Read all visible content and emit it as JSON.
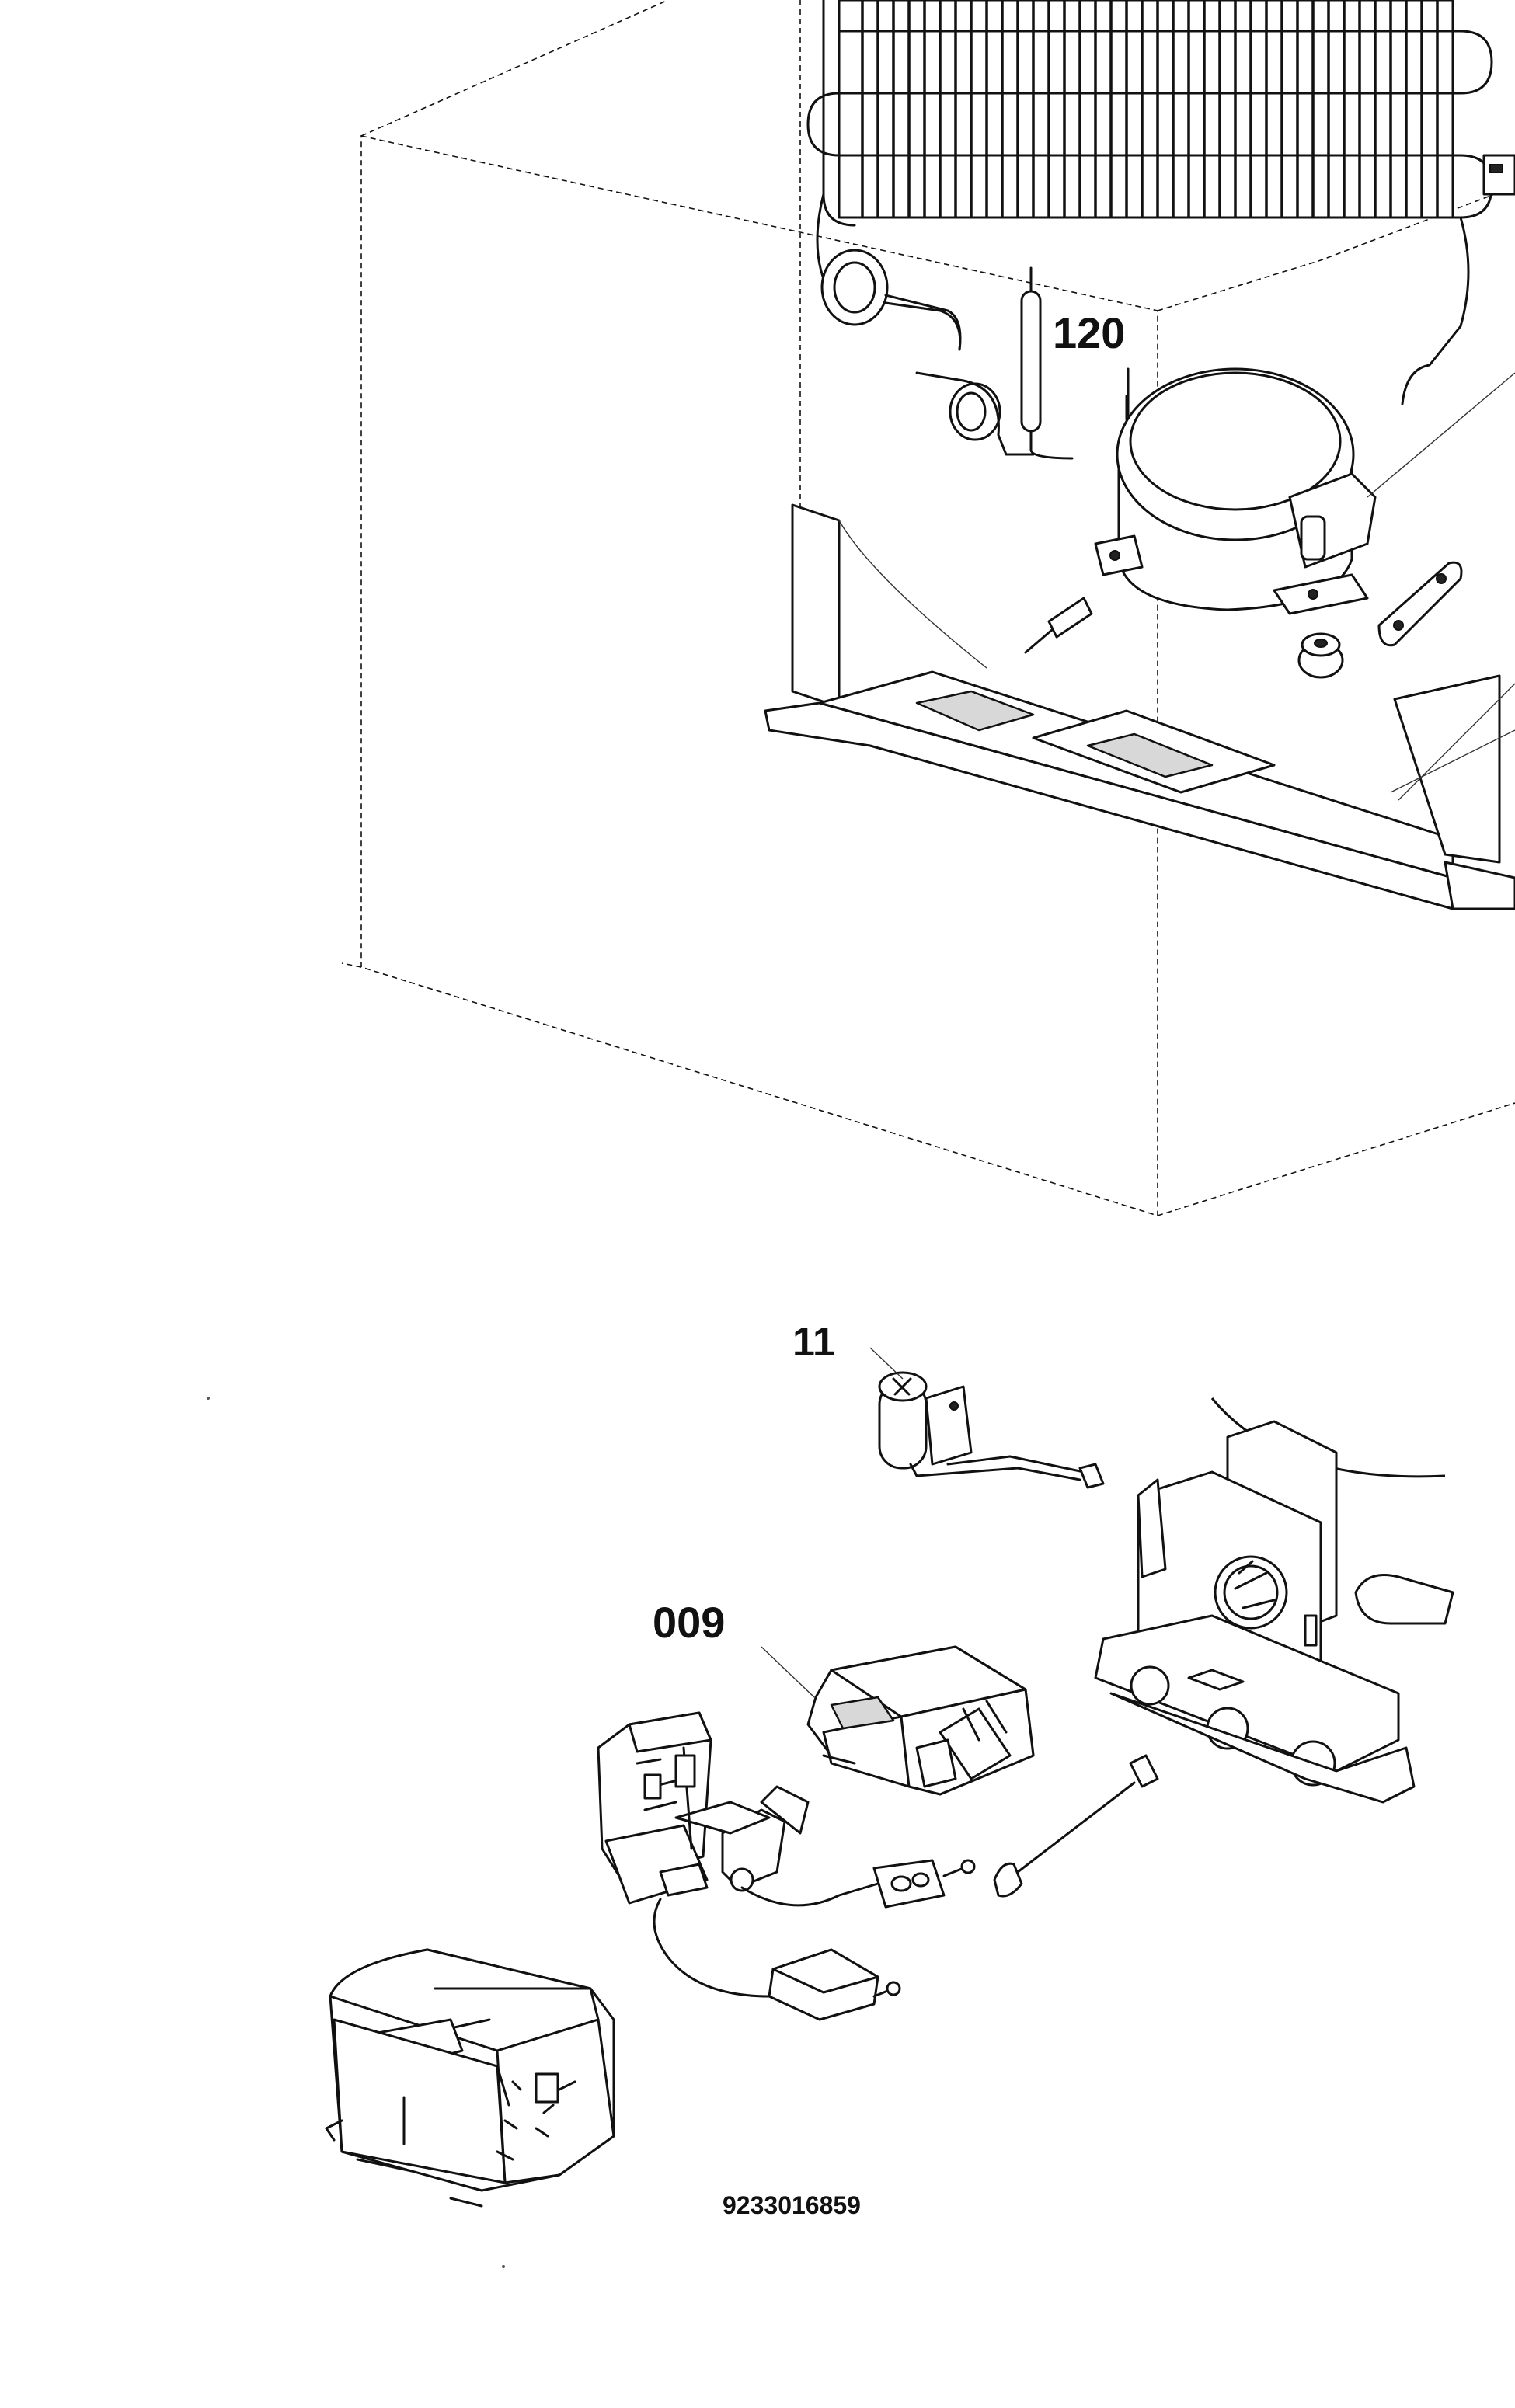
{
  "labels": {
    "capillary_tube": "120",
    "capacitor": "11",
    "relay": "009",
    "drawing_number": "9233016859"
  }
}
